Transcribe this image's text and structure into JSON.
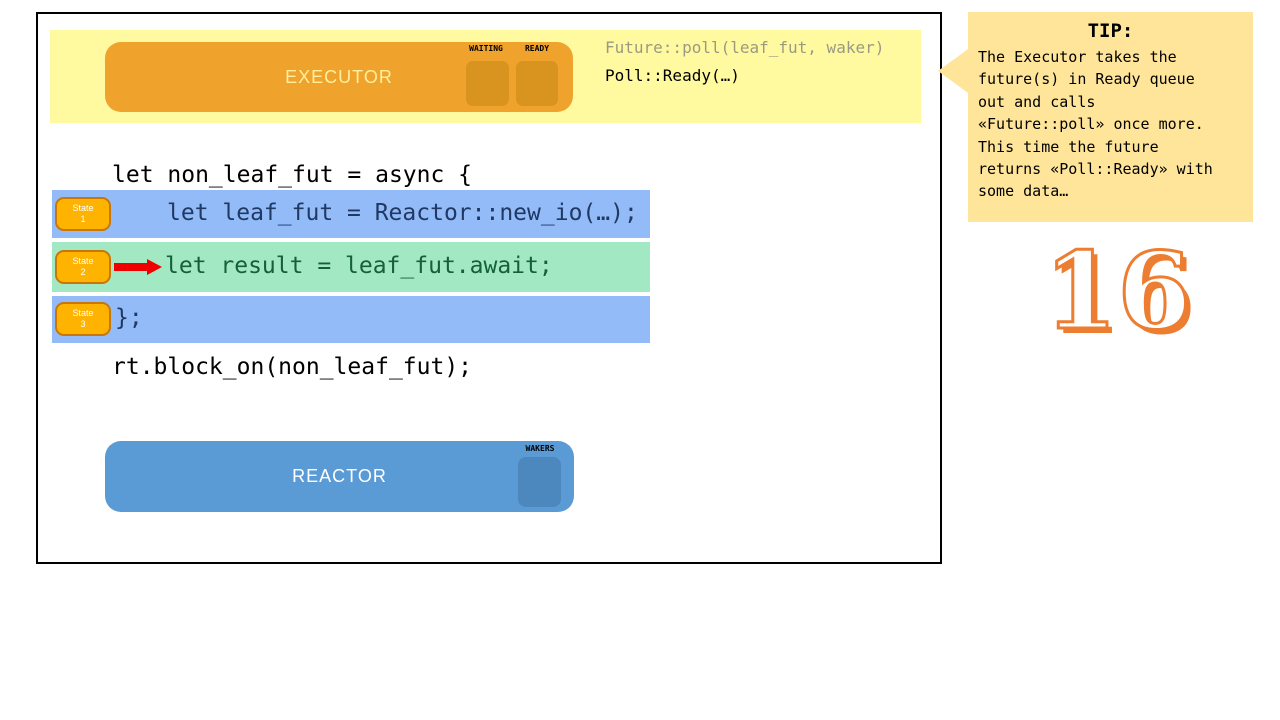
{
  "page": {
    "number": "16"
  },
  "executor": {
    "label": "EXECUTOR",
    "queues": [
      {
        "label": "WAITING"
      },
      {
        "label": "READY"
      }
    ],
    "call_text": "Future::poll(leaf_fut, waker)",
    "result_text": "Poll::Ready(…)"
  },
  "code": {
    "line1": "let non_leaf_fut = async {",
    "states": [
      {
        "badge": "State",
        "num": "1",
        "code": "let leaf_fut = Reactor::new_io(…);"
      },
      {
        "badge": "State",
        "num": "2",
        "code": "let result = leaf_fut.await;"
      },
      {
        "badge": "State",
        "num": "3",
        "code": "};"
      }
    ],
    "block_on": "rt.block_on(non_leaf_fut);"
  },
  "reactor": {
    "label": "REACTOR",
    "wakers_label": "WAKERS"
  },
  "tip": {
    "title": "TIP:",
    "lines": [
      "The Executor takes the",
      "future(s) in Ready queue",
      "out and calls",
      "«Future::poll» once more.",
      "This time the future",
      "returns «Poll::Ready» with",
      "some data…"
    ]
  },
  "colors": {
    "banner_yellow": "#FFF9A0",
    "executor_orange": "#EFA32D",
    "queue_slot_orange": "#D8941F",
    "row_blue": "#93BBF7",
    "row_green": "#A2E8C3",
    "code_navy": "#1F3864",
    "code_green": "#14603A",
    "badge_orange": "#FFB301",
    "arrow_red": "#EE0000",
    "reactor_blue": "#5B9BD5",
    "wakers_slot_blue": "#4C87BE",
    "tip_gold": "#FFE599",
    "accent_orange": "#ED7D31"
  }
}
